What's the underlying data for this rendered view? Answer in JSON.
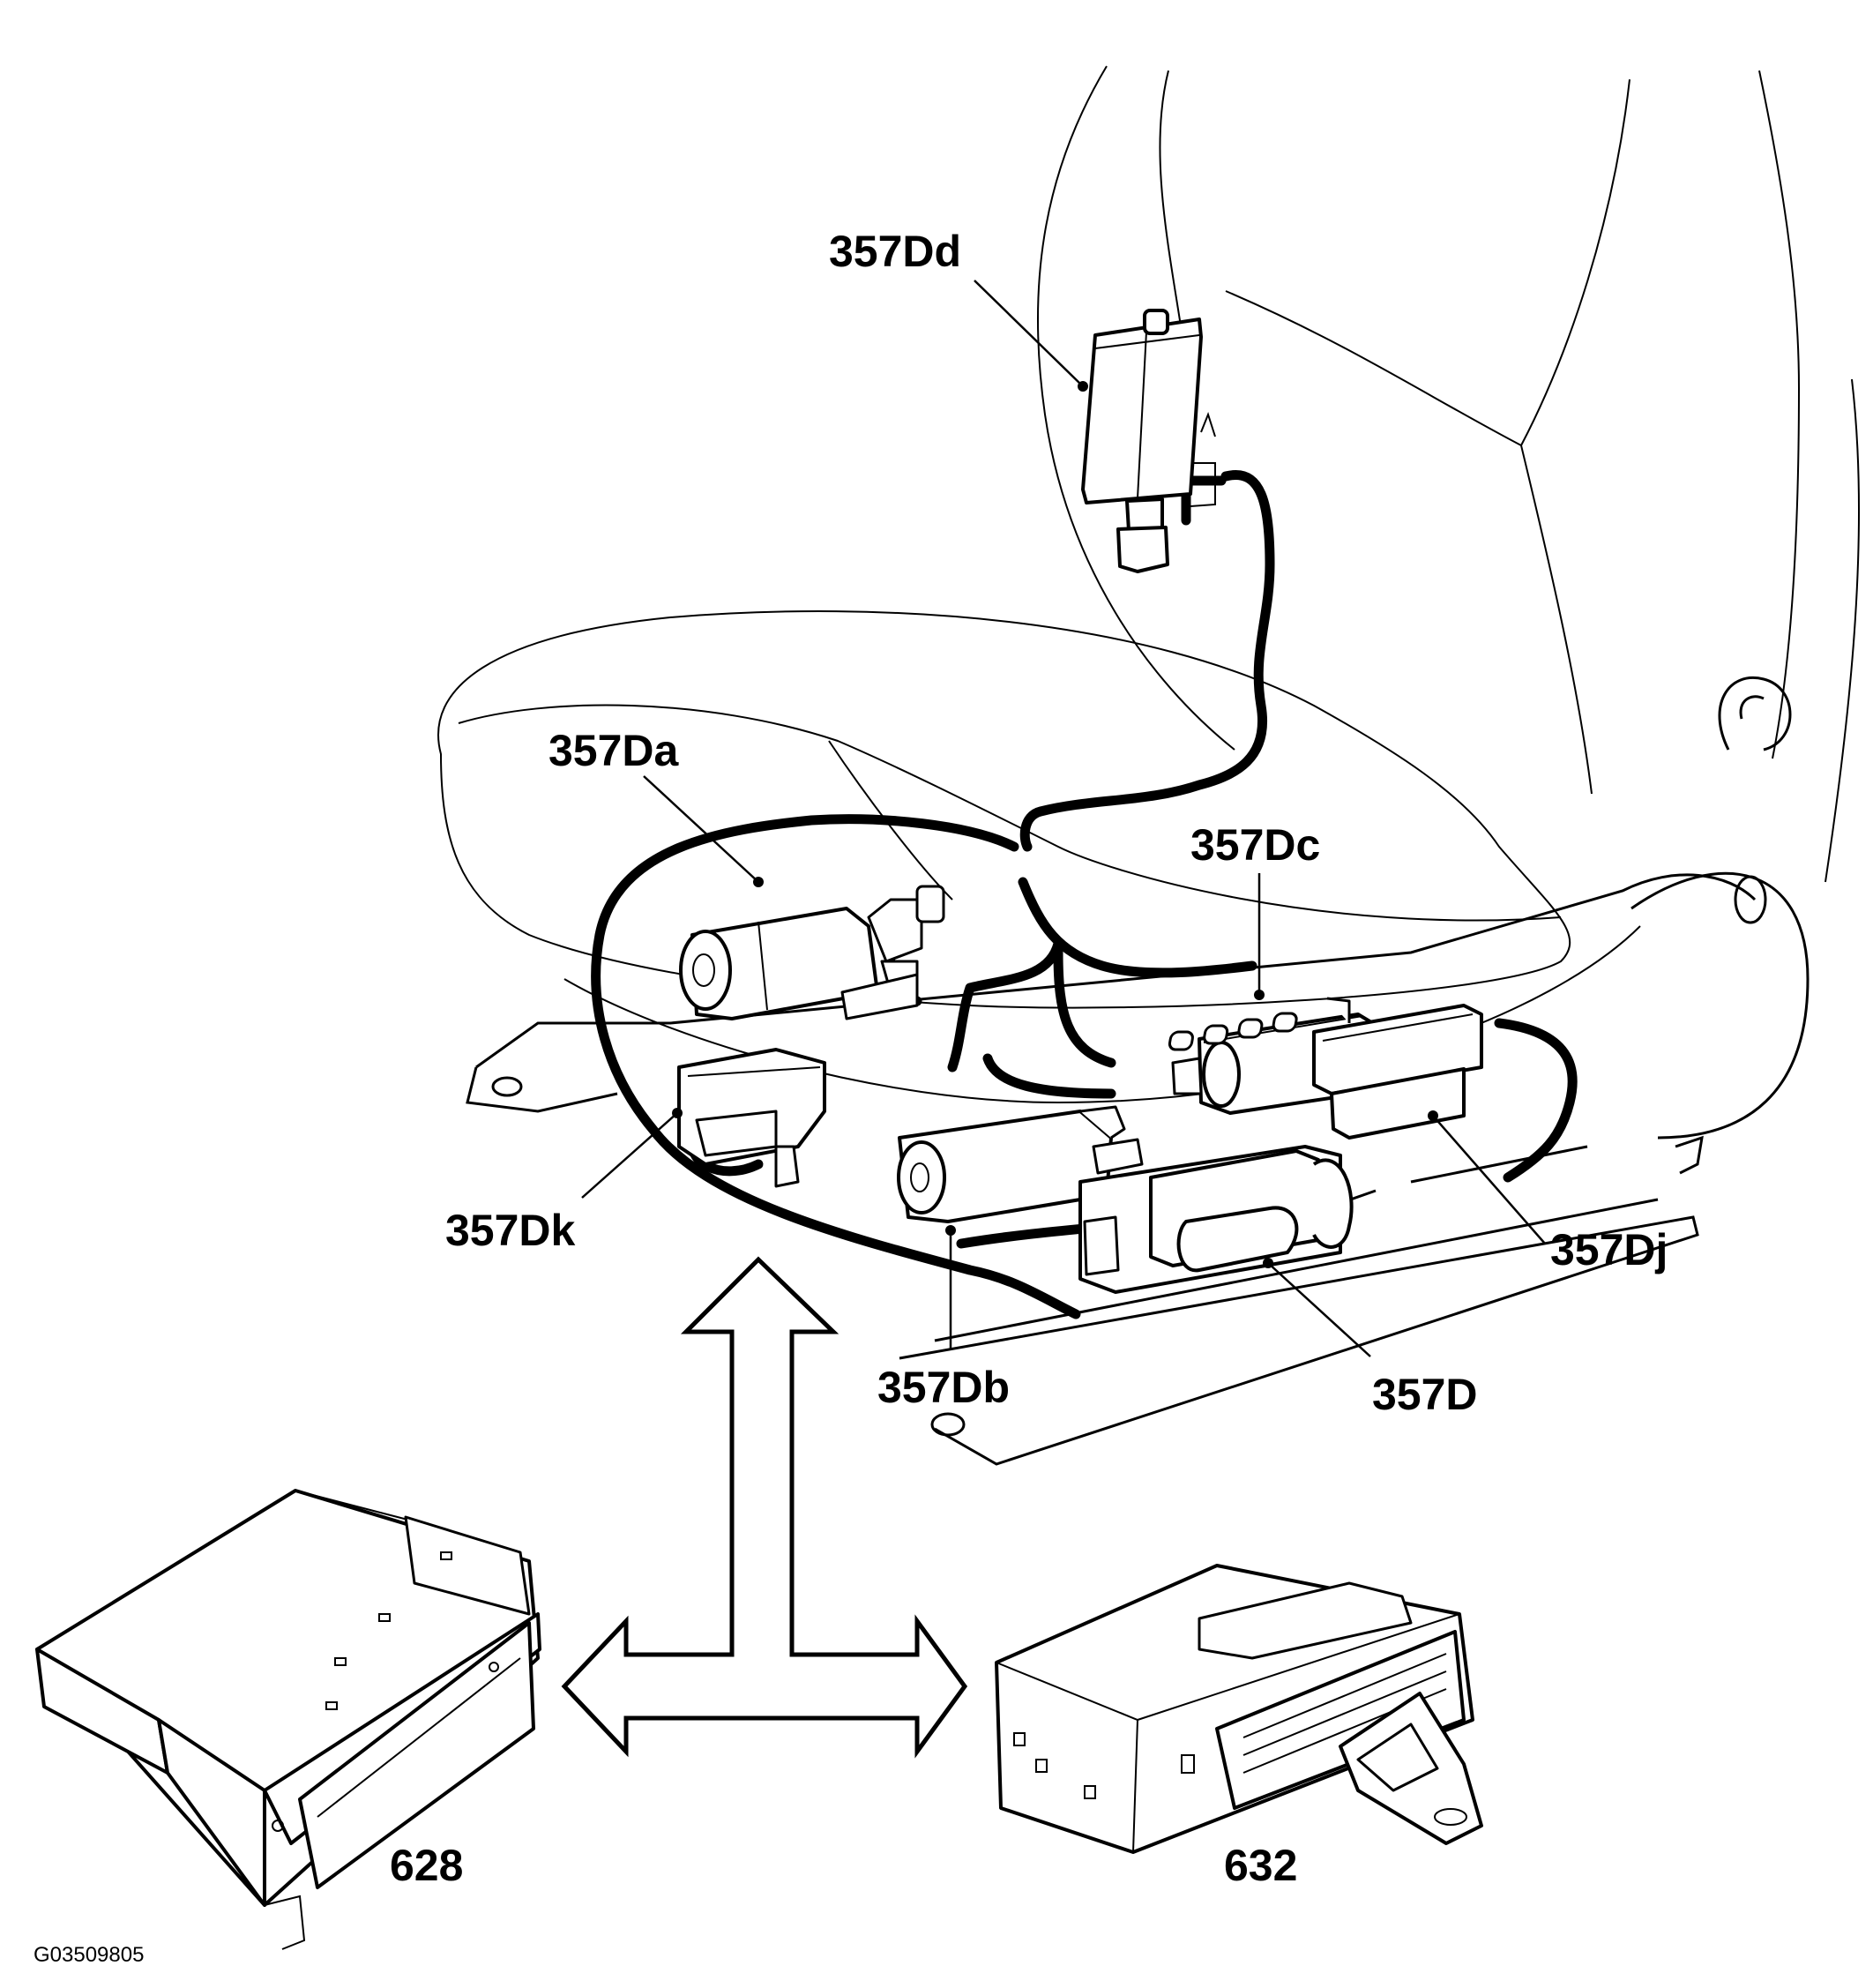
{
  "callouts": {
    "motor_backrest": "357Dd",
    "motor_height": "357Da",
    "motor_length": "357Dc",
    "connector_left": "357Dk",
    "motor_tilt": "357Db",
    "switch": "357Dj",
    "seat_module": "357D",
    "module_628": "628",
    "module_632": "632"
  },
  "figure_id": "G03509805",
  "components": [
    {
      "id": "357Dd",
      "icon": "motor-icon"
    },
    {
      "id": "357Da",
      "icon": "motor-icon"
    },
    {
      "id": "357Dc",
      "icon": "motor-icon"
    },
    {
      "id": "357Db",
      "icon": "motor-icon"
    },
    {
      "id": "357Dk",
      "icon": "connector-icon"
    },
    {
      "id": "357Dj",
      "icon": "switch-icon"
    },
    {
      "id": "357D",
      "icon": "control-module-icon"
    },
    {
      "id": "628",
      "icon": "control-module-icon"
    },
    {
      "id": "632",
      "icon": "control-module-icon"
    }
  ],
  "colors": {
    "ink": "#000000",
    "paper": "#ffffff"
  }
}
